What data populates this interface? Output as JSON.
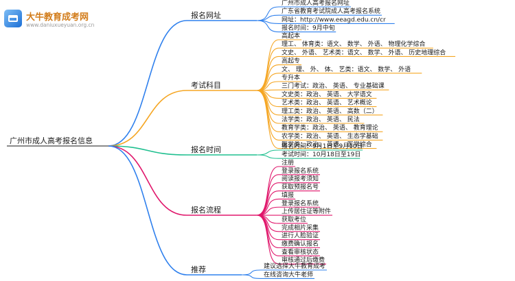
{
  "watermark": {
    "name": "大牛教育成考网",
    "url": "www.daniuxueyuan.org.cn"
  },
  "root": "广州市成人高考报名信息",
  "branches": [
    {
      "label": "报名网址",
      "color": "#2f80ed",
      "items": [
        "广州市成人高考报名网址",
        "广东省教育考试院成人高考报名系统",
        "网址：http://www.eeagd.edu.cn/cr",
        "报名时间：9月中旬"
      ]
    },
    {
      "label": "考试科目",
      "color": "#f5a623",
      "items": [
        "高起本",
        "理工、 体育类：语文、 数学、 外语、 物理化学综合",
        "文史、 外语、 艺术类：语文、 数学、 外语、 历史地理综合",
        "高起专",
        "文、 理、 外、 体、 艺类：语文、 数学、 外语",
        "专升本",
        "三门考试：政治、 英语、 专业基础课",
        "文史类：政治、 英语、 大学语文",
        "艺术类：政治、 英语、 艺术概论",
        "理工类：政治、 英语、 高数（二）",
        "法学类：政治、 英语、 民法",
        "教育学类：政治、 英语、 教育理论",
        "农学类：政治、 英语、 生态学基础",
        "医学类：政治、 英语、 医学综合"
      ]
    },
    {
      "label": "报名时间",
      "color": "#1fbf8f",
      "items": [
        "报名时间：9月1日至9月10日",
        "考试时间：10月18日至19日"
      ]
    },
    {
      "label": "报名流程",
      "color": "#e0166b",
      "items": [
        "注册",
        "登录报名系统",
        "阅读报考须知",
        "获取预报名号",
        "填报",
        "登录报名系统",
        "上传居住证等附件",
        "获取考位",
        "完成相片采集",
        "进行人脸验证",
        "缴费确认报名",
        "查看审核状态",
        "审核通过后缴费"
      ]
    },
    {
      "label": "推荐",
      "color": "#2f80ed",
      "items": [
        "建议选择大牛教育成考",
        "在线咨询大牛老师"
      ]
    }
  ]
}
